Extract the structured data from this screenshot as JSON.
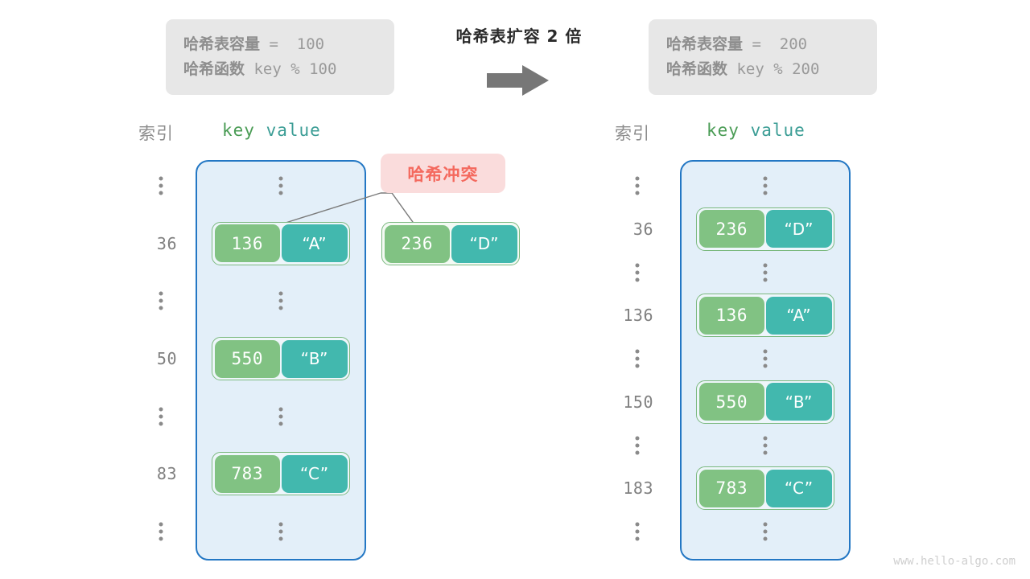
{
  "center": {
    "title": "哈希表扩容 2 倍",
    "arrow_icon": "right-arrow-icon"
  },
  "left_panel": {
    "info": {
      "capacity_label": "哈希表容量",
      "capacity_value": " =  100",
      "function_label": "哈希函数",
      "function_value": " key % 100"
    },
    "headers": {
      "index": "索引",
      "key": "key",
      "value": "value"
    },
    "rows": [
      {
        "index": "⋮",
        "type": "ellipsis"
      },
      {
        "index": "36",
        "type": "entry",
        "key": "136",
        "value": "“A”"
      },
      {
        "index": "⋮",
        "type": "ellipsis"
      },
      {
        "index": "50",
        "type": "entry",
        "key": "550",
        "value": "“B”"
      },
      {
        "index": "⋮",
        "type": "ellipsis"
      },
      {
        "index": "83",
        "type": "entry",
        "key": "783",
        "value": "“C”"
      },
      {
        "index": "⋮",
        "type": "ellipsis"
      }
    ],
    "collision": {
      "badge_label": "哈希冲突",
      "floating_key": "236",
      "floating_value": "“D”"
    }
  },
  "right_panel": {
    "info": {
      "capacity_label": "哈希表容量",
      "capacity_value": " =  200",
      "function_label": "哈希函数",
      "function_value": " key % 200"
    },
    "headers": {
      "index": "索引",
      "key": "key",
      "value": "value"
    },
    "rows": [
      {
        "index": "⋮",
        "type": "ellipsis"
      },
      {
        "index": "36",
        "type": "entry",
        "key": "236",
        "value": "“D”"
      },
      {
        "index": "⋮",
        "type": "ellipsis"
      },
      {
        "index": "136",
        "type": "entry",
        "key": "136",
        "value": "“A”"
      },
      {
        "index": "⋮",
        "type": "ellipsis"
      },
      {
        "index": "150",
        "type": "entry",
        "key": "550",
        "value": "“B”"
      },
      {
        "index": "⋮",
        "type": "ellipsis"
      },
      {
        "index": "183",
        "type": "entry",
        "key": "783",
        "value": "“C”"
      },
      {
        "index": "⋮",
        "type": "ellipsis"
      }
    ]
  },
  "watermark": "www.hello-algo.com",
  "colors": {
    "key_fill": "#81c283",
    "value_fill": "#42b8ae",
    "pair_border": "#7bb97f",
    "table_border": "#2377c4",
    "table_fill": "#e3eff9",
    "badge_fill": "#fadcdc",
    "badge_text": "#f4695e",
    "info_fill": "#e7e7e7",
    "info_text": "#8e8e8e",
    "index_text": "#808080",
    "header_key": "#4a9c55",
    "header_value": "#3b9d95",
    "arrow_fill": "#777777",
    "watermark_text": "#cfcfcf"
  }
}
